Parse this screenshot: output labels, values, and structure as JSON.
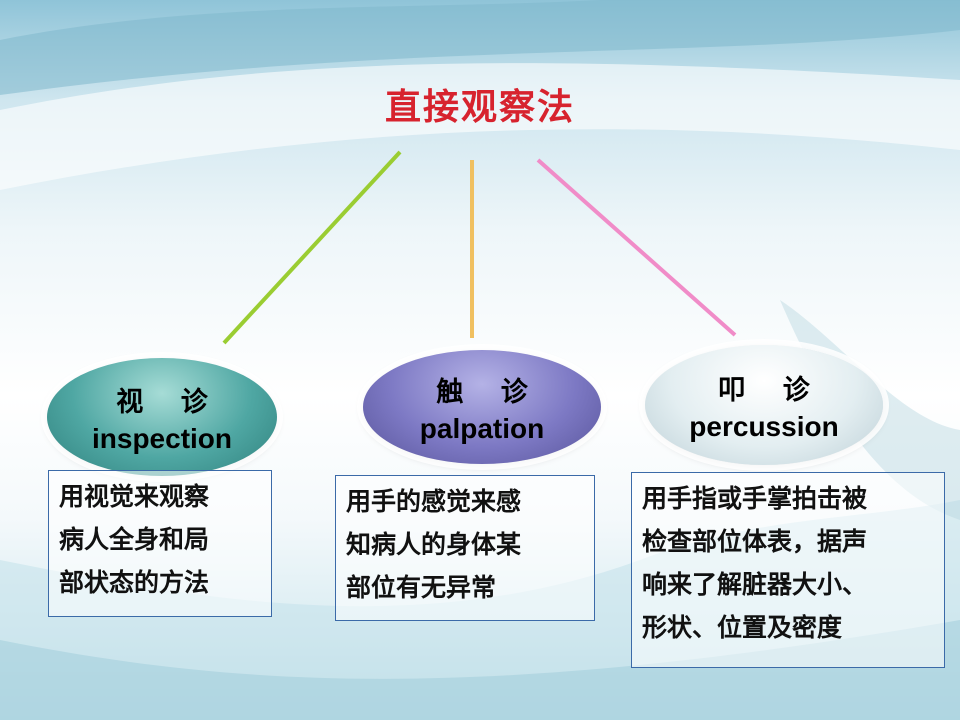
{
  "title": "直接观察法",
  "methods": [
    {
      "cn": "视  诊",
      "en": "inspection",
      "desc": "用视觉来观察\n病人全身和局\n部状态的方法"
    },
    {
      "cn": "触  诊",
      "en": "palpation",
      "desc": "用手的感觉来感\n知病人的身体某\n部位有无异常"
    },
    {
      "cn": "叩  诊",
      "en": "percussion",
      "desc": "用手指或手掌拍击被\n检查部位体表，据声\n响来了解脏器大小、\n形状、位置及密度"
    }
  ],
  "colors": {
    "title": "#d7232e",
    "line_inspection": "#9acd32",
    "line_palpation": "#f0c060",
    "line_percussion": "#f08cc8",
    "box_border": "#3b6aa8"
  }
}
